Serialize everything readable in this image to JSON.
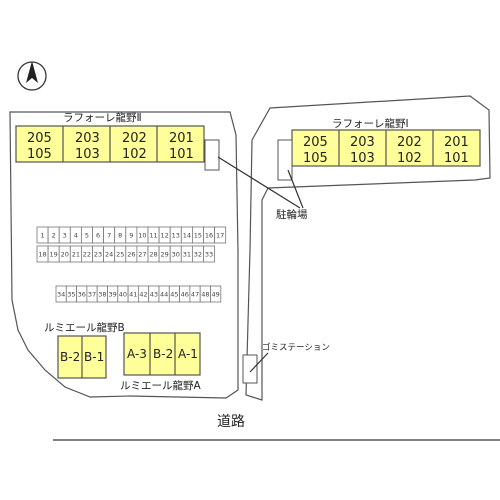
{
  "building_2": {
    "name": "ラフォーレ龍野Ⅱ",
    "rooms": [
      {
        "upper": "205",
        "lower": "105"
      },
      {
        "upper": "203",
        "lower": "103"
      },
      {
        "upper": "202",
        "lower": "102"
      },
      {
        "upper": "201",
        "lower": "101"
      }
    ]
  },
  "building_1": {
    "name": "ラフォーレ龍野Ⅰ",
    "rooms": [
      {
        "upper": "205",
        "lower": "105"
      },
      {
        "upper": "203",
        "lower": "103"
      },
      {
        "upper": "202",
        "lower": "102"
      },
      {
        "upper": "201",
        "lower": "101"
      }
    ]
  },
  "bicycle_parking_label": "駐輪場",
  "garbage_station_label": "ゴミステーション",
  "lumiere_b": {
    "name": "ルミエール龍野B",
    "units": [
      "B-2",
      "B-1"
    ]
  },
  "lumiere_a": {
    "name": "ルミエール龍野A",
    "units": [
      "A-3",
      "B-2",
      "A-1"
    ]
  },
  "road_label": "道路",
  "parking": {
    "row1": [
      "1",
      "2",
      "3",
      "4",
      "5",
      "6",
      "7",
      "8",
      "9",
      "10",
      "11",
      "12",
      "13",
      "14",
      "15",
      "16",
      "17"
    ],
    "row2": [
      "18",
      "19",
      "20",
      "21",
      "22",
      "23",
      "24",
      "25",
      "26",
      "27",
      "28",
      "29",
      "30",
      "31",
      "32",
      "33"
    ],
    "row3": [
      "34",
      "35",
      "36",
      "37",
      "38",
      "39",
      "40",
      "41",
      "42",
      "43",
      "44",
      "45",
      "46",
      "47",
      "48",
      "49"
    ]
  },
  "colors": {
    "building_fill": "#ffff99",
    "outline": "#555555"
  }
}
